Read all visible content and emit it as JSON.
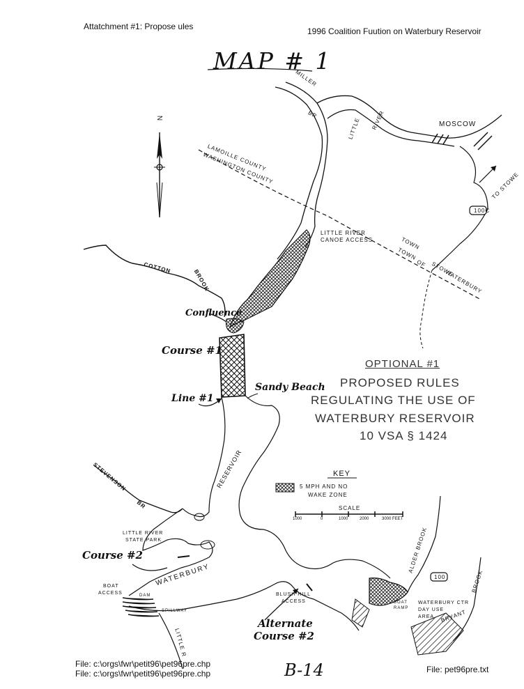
{
  "header": {
    "left": "Attatchment #1: Propose  ules",
    "right": "1996 Coalition Fuution on Waterbury Reservoir"
  },
  "map_title": "MAP # 1",
  "places": {
    "moscow": "MOSCOW",
    "little_river_1": "LITTLE",
    "little_river_2": "RIVER",
    "miller_brook_1": "MILLER",
    "miller_brook_2": "BR",
    "lamoille_county": "LAMOILLE   COUNTY",
    "washington_county": "WASHINGTON  COUNTY",
    "canoe_access_1": "LITTLE RIVER",
    "canoe_access_2": "CANOE ACCESS",
    "town_1": "TOWN",
    "town_2": "TOWN",
    "of_1": "OF",
    "stowe": "STOWE",
    "waterbury_line": "WATERBURY",
    "cotton_brook_1": "COTTON",
    "cotton_brook_2": "BROOK",
    "route_100c": "100C",
    "to_stowe": "TO STOWE",
    "reservoir": "RESERVOIR",
    "stevenson_1": "STEVENSON",
    "stevenson_2": "BR",
    "state_park_1": "LITTLE RIVER",
    "state_park_2": "STATE PARK",
    "waterbury": "WATERBURY",
    "boat_access_1": "BOAT",
    "boat_access_2": "ACCESS",
    "dam": "DAM",
    "spillway": "SPILLWAY",
    "little_river_s": "LITTLE R",
    "blush_hill_1": "BLUSH HILL",
    "blush_hill_2": "ACCESS",
    "alder_brook": "ALDER BROOK",
    "brook_e": "BROOK",
    "route_100": "100",
    "boat_ramp_1": "BOAT",
    "boat_ramp_2": "RAMP",
    "ctr_1": "WATERBURY CTR",
    "ctr_2": "DAY USE",
    "ctr_3": "AREA",
    "bryant": "BRYANT"
  },
  "annotations": {
    "confluence": "Confluence",
    "course1": "Course #1",
    "line1": "Line #1",
    "sandy_beach": "Sandy Beach",
    "course2": "Course #2",
    "alternate_1": "Alternate",
    "alternate_2": "Course #2"
  },
  "stamp": {
    "optional": "OPTIONAL #1",
    "line1": "PROPOSED RULES",
    "line2": "REGULATING THE USE OF",
    "line3": "WATERBURY RESERVOIR",
    "line4": "10 VSA § 1424"
  },
  "key": {
    "title": "KEY",
    "zone_line1": "5 MPH AND NO",
    "zone_line2": "WAKE ZONE",
    "scale_title": "SCALE",
    "scale_ticks": [
      "1000",
      "0",
      "1000",
      "2000",
      "3000 FEET"
    ]
  },
  "footer": {
    "file1": "File: c:\\orgs\\fwr\\petit96\\pet96pre.chp",
    "file2": "File: c:\\orgs\\fwr\\petit96\\pet96pre.chp",
    "page": "B-14",
    "file3": "File: pet96pre.txt"
  },
  "north": "N"
}
